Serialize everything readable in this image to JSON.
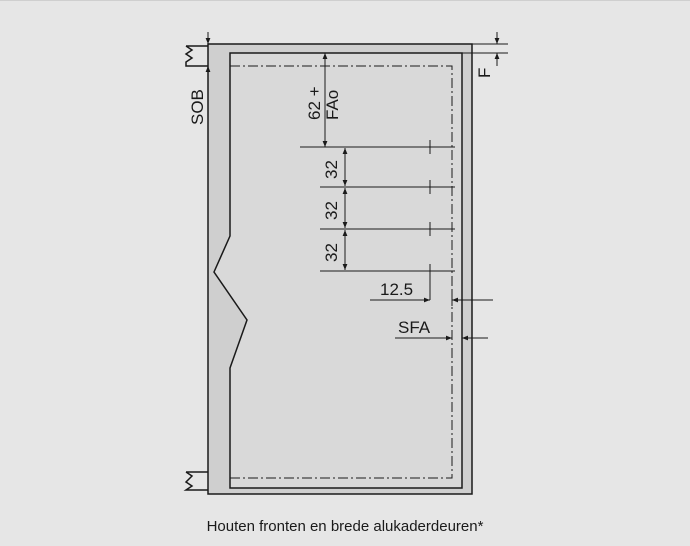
{
  "diagram": {
    "labels": {
      "sob": "SOB",
      "fao_line1": "62 +",
      "fao_line2": "FAo",
      "f": "F",
      "spacing_1": "32",
      "spacing_2": "32",
      "spacing_3": "32",
      "offset": "12.5",
      "sfa": "SFA"
    }
  },
  "caption": "Houten fronten en brede alukaderdeuren*",
  "colors": {
    "background": "#e6e6e6",
    "panel_fill": "#d4d4d4",
    "line": "#1a1a1a"
  }
}
